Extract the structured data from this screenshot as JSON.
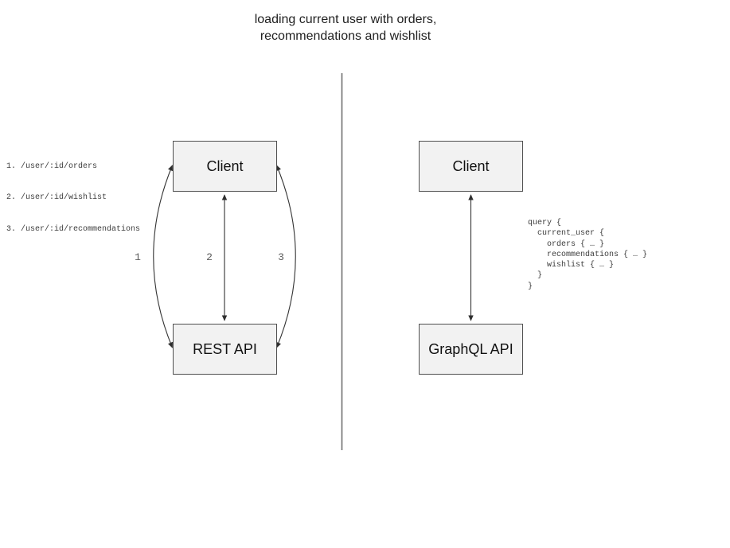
{
  "title": {
    "line1": "loading current user with orders,",
    "line2": "recommendations and wishlist"
  },
  "colors": {
    "box_fill": "#f2f2f2",
    "box_border": "#4f4f4f",
    "arrow": "#333333",
    "divider": "#6e6e6e",
    "arrow_number_gray": "#5c5c5c"
  },
  "rest_panel": {
    "client_label": "Client",
    "api_label": "REST API",
    "endpoints": [
      "1. /user/:id/orders",
      "2. /user/:id/wishlist",
      "3. /user/:id/recommendations"
    ],
    "arrow_labels": [
      "1",
      "2",
      "3"
    ]
  },
  "graphql_panel": {
    "client_label": "Client",
    "api_label": "GraphQL API",
    "query_code": "query {\n  current_user {\n    orders { … }\n    recommendations { … }\n    wishlist { … }\n  }\n}"
  }
}
